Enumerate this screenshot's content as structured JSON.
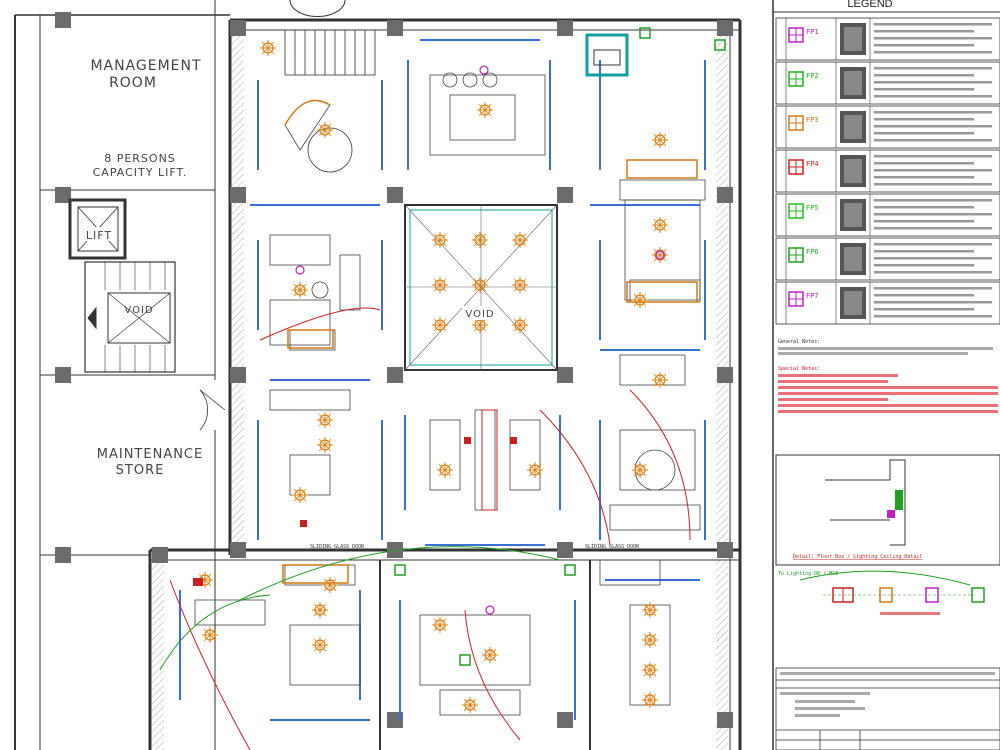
{
  "rooms": {
    "management": [
      "MANAGEMENT",
      "ROOM"
    ],
    "lift_note": [
      "8 PERSONS",
      "CAPACITY LIFT."
    ],
    "lift": "LIFT",
    "void_stair": "VOID",
    "maintenance": [
      "MAINTENANCE",
      "STORE"
    ],
    "void_center": "VOID",
    "glass_left": "SLIDING GLASS DOOR",
    "glass_right": "SLIDING GLASS DOOR"
  },
  "legend": {
    "title": "LEGEND",
    "items": [
      {
        "color": "#c020c0",
        "code": "FP1"
      },
      {
        "color": "#20b020",
        "code": "FP2"
      },
      {
        "color": "#d07810",
        "code": "FP3"
      },
      {
        "color": "#d02020",
        "code": "FP4"
      },
      {
        "color": "#20c020",
        "code": "FP5"
      },
      {
        "color": "#20a020",
        "code": "FP6"
      },
      {
        "color": "#c020c0",
        "code": "FP7"
      }
    ],
    "general_notes_title": "General Notes:",
    "special_notes_title": "Special Notes:",
    "detail_caption": "Detail: Floor Box / Lighting Ceiling Detail",
    "lighting_title": "To Lighting DB / MCB"
  },
  "colors": {
    "wall": "#333333",
    "column": "#6b6b6b",
    "furniture": "#3a6fd8",
    "light": "#e08010",
    "accent_green": "#20a020",
    "accent_red": "#cc2020",
    "accent_magenta": "#c020c0",
    "accent_cyan": "#10a0a0"
  }
}
